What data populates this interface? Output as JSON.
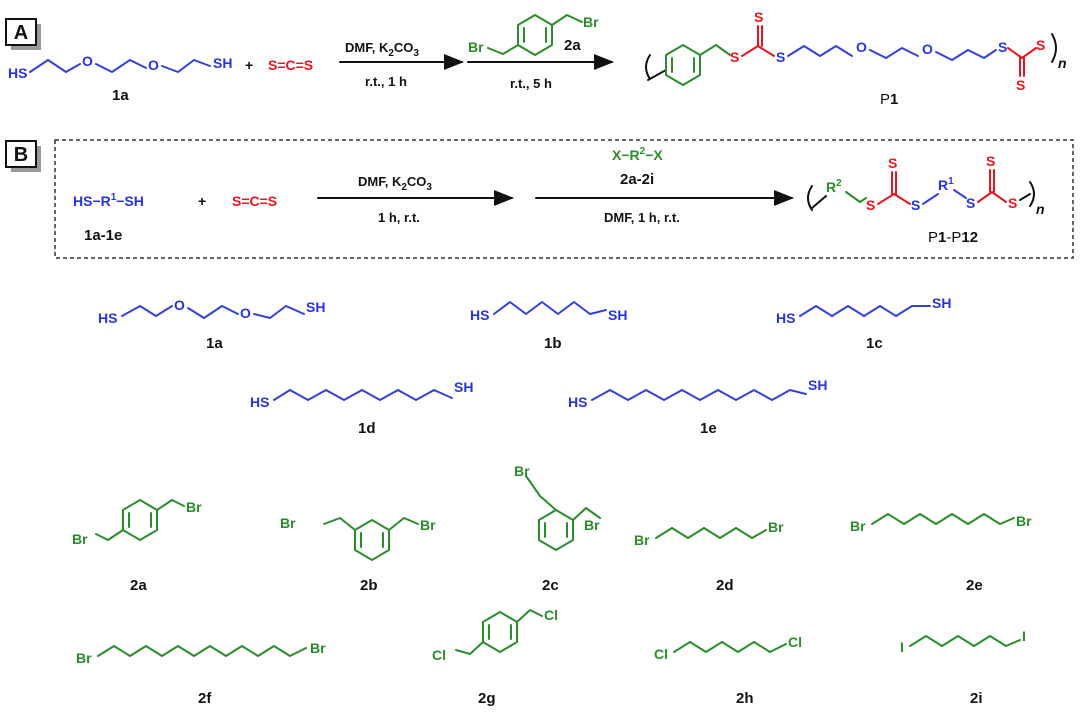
{
  "panel_a": {
    "badge": "A",
    "reactant_1a_label": "1a",
    "hs_left": "HS",
    "sh_right": "SH",
    "oxygen": "O",
    "plus": "+",
    "cs2": "S=C=S",
    "cond1_top": "DMF, K",
    "cond1_sub": "2",
    "cond1_top2": "CO",
    "cond1_sub2": "3",
    "cond1_bottom": "r.t., 1 h",
    "reagent_br": "Br",
    "reagent_label": "2a",
    "cond2_bottom": "r.t., 5 h",
    "product_label_p": "P",
    "product_label_n": "1",
    "s_atom": "S",
    "n_sub": "n"
  },
  "panel_b": {
    "badge": "B",
    "dithiol": "HS−R",
    "dithiol_sup": "1",
    "dithiol_end": "−SH",
    "dithiol_label": "1a-1e",
    "plus": "+",
    "cs2": "S=C=S",
    "cond1_top": "DMF, K",
    "cond1_sub": "2",
    "cond1_top2": "CO",
    "cond1_sub2": "3",
    "cond1_bottom": "1 h, r.t.",
    "dihalide": "X−R",
    "dihalide_sup": "2",
    "dihalide_end": "−X",
    "dihalide_label": "2a-2i",
    "cond2_bottom": "DMF, 1 h, r.t.",
    "r2": "R",
    "r2_sup": "2",
    "r1": "R",
    "r1_sup": "1",
    "s_atom": "S",
    "n_sub": "n",
    "product_p1": "P",
    "product_n1": "1",
    "product_dash": "-P",
    "product_n2": "12"
  },
  "dithiols": [
    {
      "label": "1a",
      "left": "HS",
      "right": "SH",
      "oxygen": "O"
    },
    {
      "label": "1b",
      "left": "HS",
      "right": "SH"
    },
    {
      "label": "1c",
      "left": "HS",
      "right": "SH"
    },
    {
      "label": "1d",
      "left": "HS",
      "right": "SH"
    },
    {
      "label": "1e",
      "left": "HS",
      "right": "SH"
    }
  ],
  "dihalides": [
    {
      "label": "2a",
      "x1": "Br",
      "x2": "Br"
    },
    {
      "label": "2b",
      "x1": "Br",
      "x2": "Br"
    },
    {
      "label": "2c",
      "x1": "Br",
      "x2": "Br"
    },
    {
      "label": "2d",
      "x1": "Br",
      "x2": "Br"
    },
    {
      "label": "2e",
      "x1": "Br",
      "x2": "Br"
    },
    {
      "label": "2f",
      "x1": "Br",
      "x2": "Br"
    },
    {
      "label": "2g",
      "x1": "Cl",
      "x2": "Cl"
    },
    {
      "label": "2h",
      "x1": "Cl",
      "x2": "Cl"
    },
    {
      "label": "2i",
      "x1": "I",
      "x2": "I"
    }
  ],
  "colors": {
    "thiol": "#2634e0",
    "halide": "#2a8c2a",
    "cs2": "#e8141e",
    "text": "#111111"
  }
}
